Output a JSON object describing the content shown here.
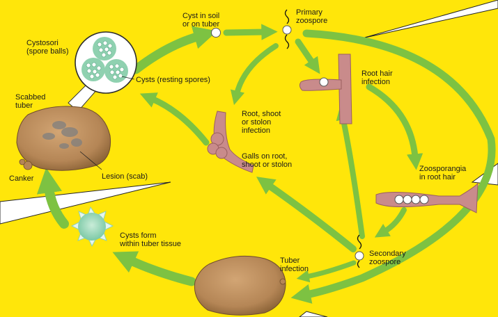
{
  "colors": {
    "background": "#ffe60a",
    "arrow": "#7dc242",
    "arrow_dark": "#5aa530",
    "potato": "#b58656",
    "potato_dark": "#8a6236",
    "root": "#c98b8b",
    "root_dark": "#9a5f5f",
    "spore": "#ffffff"
  },
  "labels": {
    "cyst_in_soil": [
      "Cyst in soil",
      "or on tuber"
    ],
    "primary_zoospore": [
      "Primary",
      "zoospore"
    ],
    "cystosori": [
      "Cystosori",
      "(spore balls)"
    ],
    "cysts_resting": "Cysts (resting spores)",
    "root_hair_infection": [
      "Root hair",
      "infection"
    ],
    "scabbed_tuber": [
      "Scabbed",
      "tuber"
    ],
    "root_shoot_stolon": [
      "Root, shoot",
      "or stolon",
      "infection"
    ],
    "galls": [
      "Galls on root,",
      "shoot or stolon"
    ],
    "zoosporangia": [
      "Zoosporangia",
      "in root hair"
    ],
    "lesion": "Lesion (scab)",
    "canker": "Canker",
    "cysts_form": [
      "Cysts form",
      "within tuber tissue"
    ],
    "secondary_zoospore": [
      "Secondary",
      "zoospore"
    ],
    "tuber_infection": [
      "Tuber",
      "infection"
    ]
  }
}
